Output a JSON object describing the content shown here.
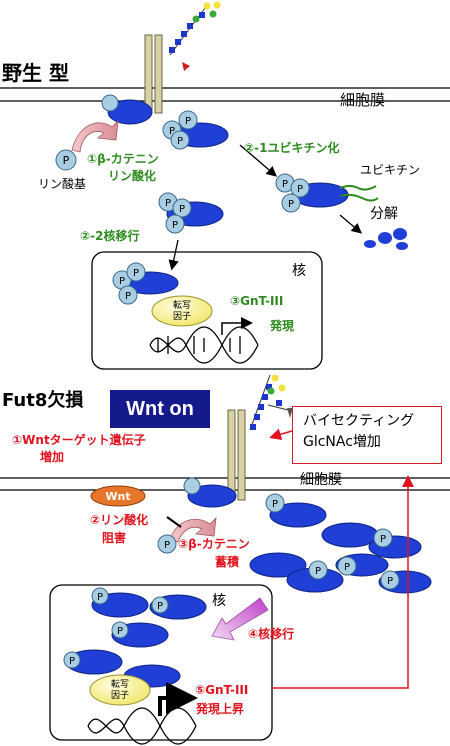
{
  "wild_type": {
    "title": "野生 型",
    "membrane_label": "細胞膜",
    "phosphate_label": "リン酸基",
    "step1_line1": "①β-カテニン",
    "step1_line2": "リン酸化",
    "step2_1": "②-1ユビキチン化",
    "ubiquitin_label": "ユビキチン",
    "degradation_label": "分解",
    "step2_2": "②-2核移行",
    "nucleus_label": "核",
    "tf_line1": "転写",
    "tf_line2": "因子",
    "step3_line1": "③GnT-III",
    "step3_line2": "発現"
  },
  "fut8": {
    "title": "Fut8欠損",
    "wnt_on": "Wnt on",
    "step1_line1": "①Wntターゲット遺伝子",
    "step1_line2": "増加",
    "glcnac_line1": "バイセクティング",
    "glcnac_line2": "GlcNAc増加",
    "membrane_label": "細胞膜",
    "wnt_label": "Wnt",
    "step2_line1": "②リン酸化",
    "step2_line2": "阻害",
    "step3_line1": "③β-カテニン",
    "step3_line2": "蓄積",
    "nucleus_label": "核",
    "step4": "④核移行",
    "tf_line1": "転写",
    "tf_line2": "因子",
    "step5_line1": "⑤GnT-III",
    "step5_line2": "発現上昇"
  },
  "phospho_glyph": "P",
  "colors": {
    "protein": "#1f3fd6",
    "phospho": "#a9cde3",
    "green_text": "#2e8b1f",
    "red_text": "#e0141e",
    "wnt_box": "#141a8c",
    "tf": "#f6f09a",
    "wnt_ligand": "#e8762a",
    "nucleus_arrow": "#c85bd0"
  }
}
